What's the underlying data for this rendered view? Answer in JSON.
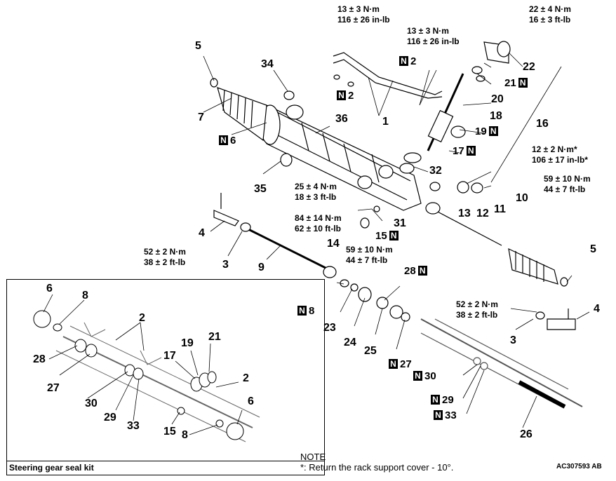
{
  "torques": {
    "t1": [
      "13 ± 3 N·m",
      "116 ± 26 in-lb"
    ],
    "t2": [
      "13 ± 3 N·m",
      "116 ± 26 in-lb"
    ],
    "t3": [
      "22 ± 4 N·m",
      "16 ± 3 ft-lb"
    ],
    "t4": [
      "12 ± 2 N·m*",
      "106 ± 17 in-lb*"
    ],
    "t5": [
      "59 ± 10 N·m",
      "44 ± 7 ft-lb"
    ],
    "t6": [
      "25 ± 4 N·m",
      "18 ± 3 ft-lb"
    ],
    "t7": [
      "84 ± 14 N·m",
      "62 ± 10 ft-lb"
    ],
    "t8": [
      "52 ± 2 N·m",
      "38 ± 2 ft-lb"
    ],
    "t9": [
      "59 ± 10 N·m",
      "44 ± 7 ft-lb"
    ],
    "t10": [
      "52 ± 2 N·m",
      "38 ± 2 ft-lb"
    ]
  },
  "new_mark": "N",
  "labels": {
    "l1": "1",
    "l2a": "2",
    "l2b": "2",
    "l3a": "3",
    "l3b": "3",
    "l4a": "4",
    "l4b": "4",
    "l5a": "5",
    "l5b": "5",
    "l6": "6",
    "l7": "7",
    "l8": "8",
    "l9": "9",
    "l10": "10",
    "l11": "11",
    "l12": "12",
    "l13": "13",
    "l14": "14",
    "l15": "15",
    "l16": "16",
    "l17": "17",
    "l18": "18",
    "l19": "19",
    "l20": "20",
    "l21": "21",
    "l22": "22",
    "l23": "23",
    "l24": "24",
    "l25": "25",
    "l26": "26",
    "l27": "27",
    "l28": "28",
    "l29": "29",
    "l30": "30",
    "l31": "31",
    "l32": "32",
    "l33": "33",
    "l34": "34",
    "l35": "35",
    "l36": "36"
  },
  "kit_labels": {
    "k6a": "6",
    "k8a": "8",
    "k2a": "2",
    "k28": "28",
    "k19": "19",
    "k21": "21",
    "k17": "17",
    "k2b": "2",
    "k27": "27",
    "k30": "30",
    "k29": "29",
    "k33": "33",
    "k15": "15",
    "k8b": "8",
    "k6b": "6"
  },
  "kit_title": "Steering gear seal kit",
  "note_title": "NOTE",
  "note_text": "*: Return the rack support cover - 10°.",
  "figure_code": "AC307593 AB"
}
